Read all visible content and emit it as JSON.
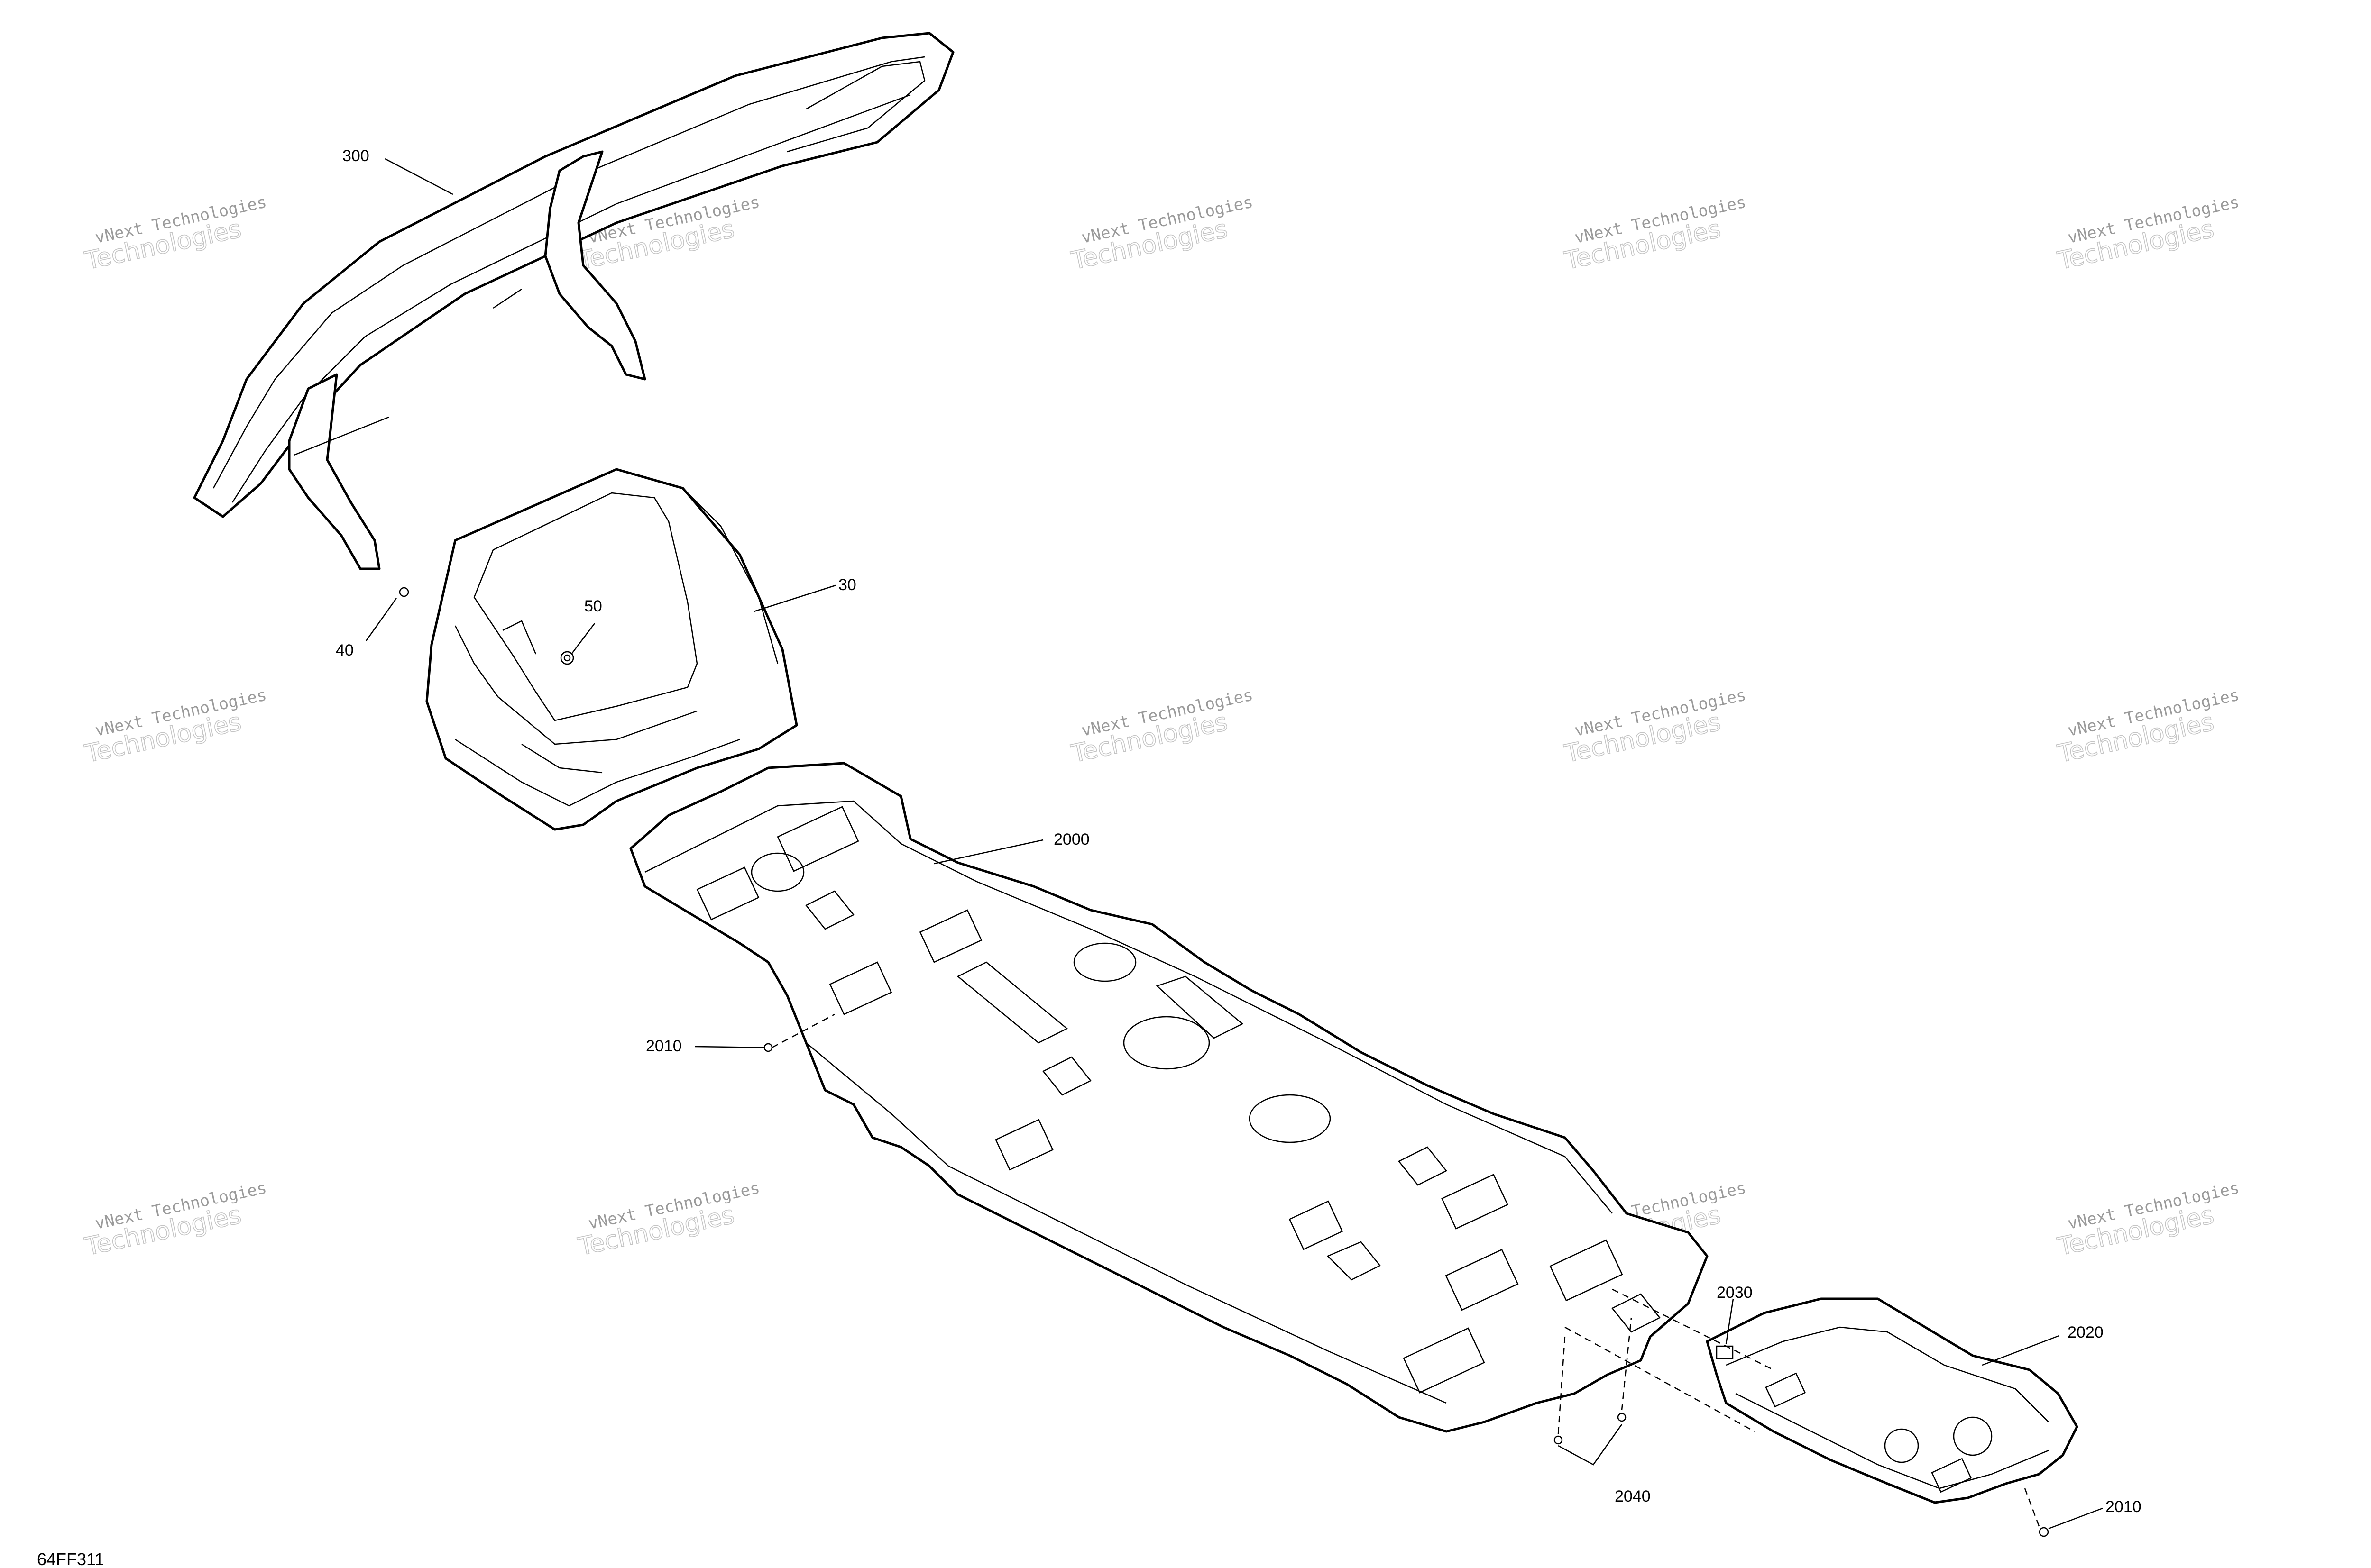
{
  "figure_id": "64FF311",
  "watermark": {
    "line1": "vNext Technologies",
    "line2": "Technologies"
  },
  "callouts": {
    "c300": "300",
    "c30": "30",
    "c40": "40",
    "c50": "50",
    "c2000": "2000",
    "c2010a": "2010",
    "c2010b": "2010",
    "c2020": "2020",
    "c2030": "2030",
    "c2040": "2040"
  },
  "colors": {
    "line": "#000000",
    "watermark": "#9a9a9a",
    "background": "#ffffff"
  }
}
